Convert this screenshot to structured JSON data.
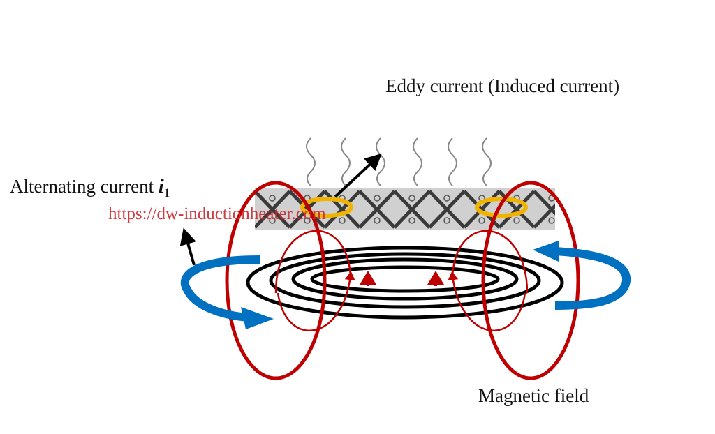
{
  "labels": {
    "eddy_current": "Eddy current (Induced current)",
    "alternating_current": "Alternating current ",
    "current_symbol": "i",
    "current_subscript": "1",
    "magnetic_field": "Magnetic field",
    "watermark": "https://dw-inductionheater.com"
  },
  "colors": {
    "coil": "#000000",
    "field": "#c00000",
    "current": "#0070c0",
    "eddy": "#f0b400",
    "heat": "#888888",
    "watermark": "#c8282d"
  }
}
